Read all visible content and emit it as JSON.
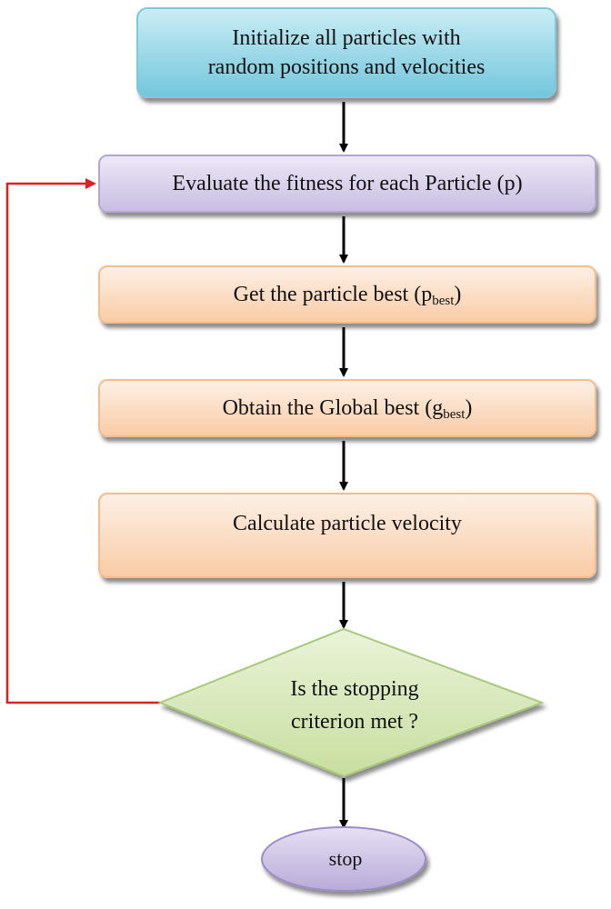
{
  "nodes": {
    "init_line1": "Initialize all particles with",
    "init_line2": "random positions and velocities",
    "evaluate": "Evaluate the fitness for each Particle (p)",
    "pbest_prefix": "Get the particle best (p",
    "pbest_sub": "best",
    "pbest_suffix": ")",
    "gbest_prefix": "Obtain the Global best (g",
    "gbest_sub": "best",
    "gbest_suffix": ")",
    "velocity": "Calculate particle velocity",
    "decision_line1": "Is the stopping",
    "decision_line2": "criterion met ?",
    "stop": "stop"
  },
  "colors": {
    "arrow": "#000000",
    "loop_arrow": "#e02020",
    "init_fill": "#73c6dc",
    "evaluate_fill": "#c9bee2",
    "process_fill": "#f9cca6",
    "decision_fill": "#c8dea0",
    "stop_fill": "#b8aad8"
  }
}
